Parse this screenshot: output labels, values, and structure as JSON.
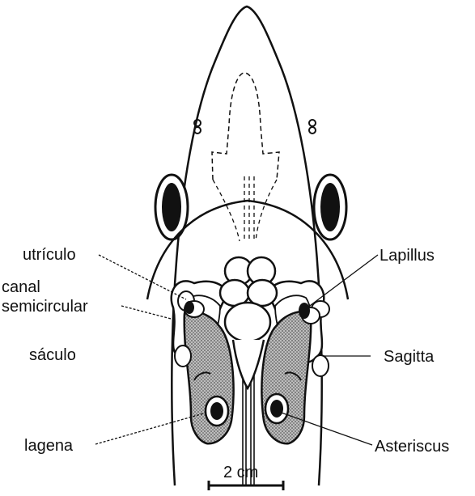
{
  "labels": {
    "utriculo": "utrículo",
    "canal_line1": "canal",
    "canal_line2": "semicircular",
    "saculo": "sáculo",
    "lagena": "lagena",
    "lapillus": "Lapillus",
    "sagitta": "Sagitta",
    "asteriscus": "Asteriscus"
  },
  "scale_bar": {
    "label": "2 cm"
  },
  "colors": {
    "ink": "#111111",
    "stipple": "#9a9a9a",
    "background": "#ffffff"
  }
}
